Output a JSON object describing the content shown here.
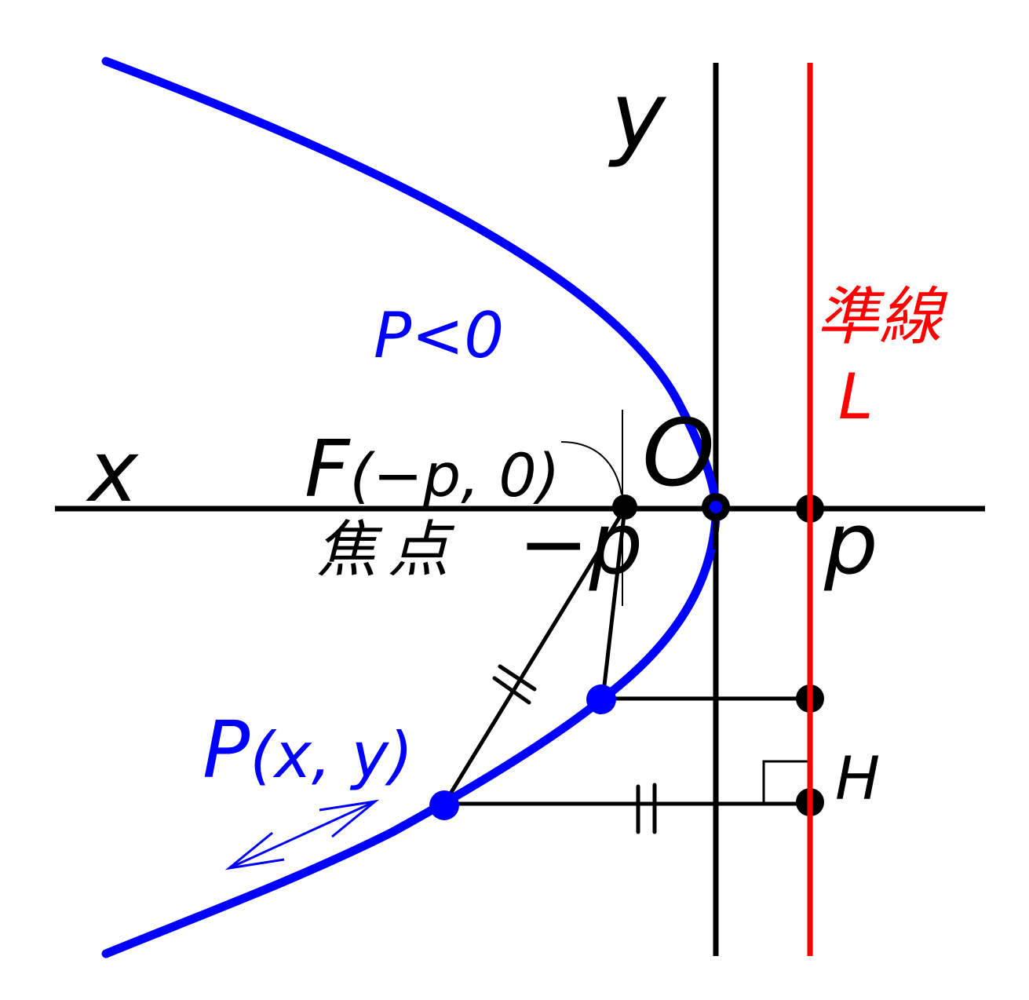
{
  "diagram": {
    "title": "Parabola with p<0 (opening left)",
    "colors": {
      "axes": "#000000",
      "parabola": "#0000ff",
      "directrix": "#ff0000",
      "construction": "#000000"
    },
    "labels": {
      "x_axis": "x",
      "y_axis": "y",
      "origin": "O",
      "focus": "F(−p, 0)",
      "focus_jp": "焦点",
      "neg_p": "−p",
      "pos_p": "p",
      "condition": "P<0",
      "point": "P(x, y)",
      "directrix_jp": "準線",
      "directrix_name": "L",
      "foot": "H"
    },
    "elements": {
      "parabola": "x = -y²/(4|p|)·k, vertex at origin, opening left",
      "focus_point": "(-p, 0)",
      "directrix_line": "x = p",
      "equal_marks": "PF = PH (double tick marks)",
      "right_angle_mark": "at H",
      "motion_arrow": "double-headed arrow along curve near P"
    }
  }
}
